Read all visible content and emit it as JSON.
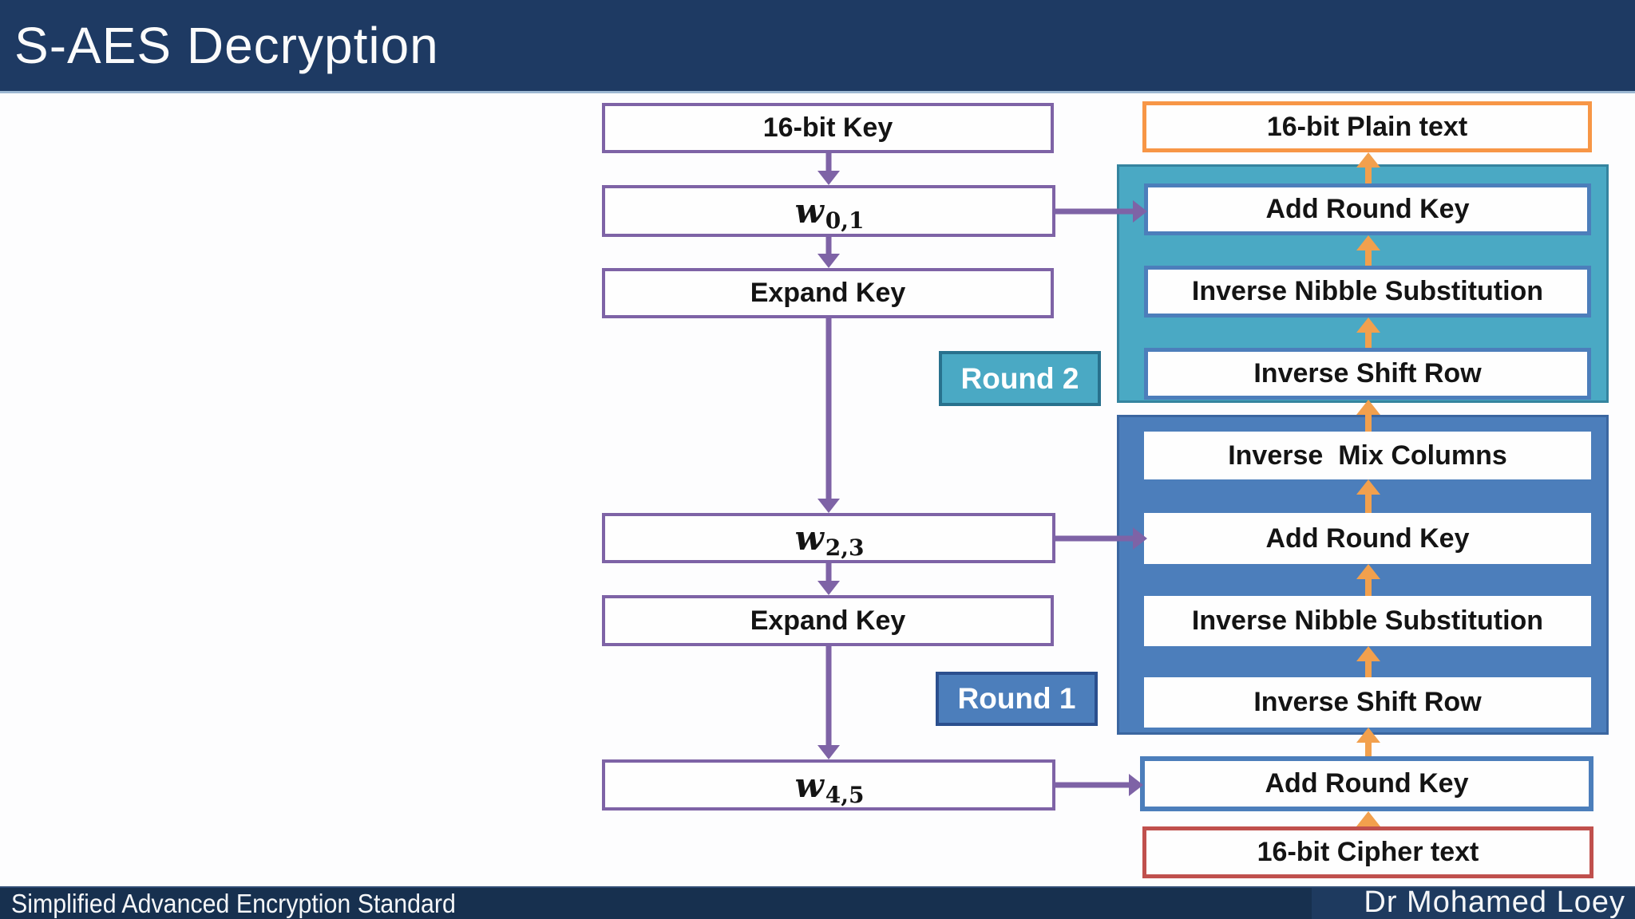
{
  "slide": {
    "title": "S-AES Decryption",
    "footer_left": "Simplified Advanced Encryption Standard",
    "footer_right": "Dr Mohamed Loey"
  },
  "key_schedule": {
    "key": "16-bit Key",
    "w01_base": "w",
    "w01_sub": "0,1",
    "expand1": "Expand Key",
    "w23_base": "w",
    "w23_sub": "2,3",
    "expand2": "Expand Key",
    "w45_base": "w",
    "w45_sub": "4,5"
  },
  "round_labels": {
    "round2": "Round 2",
    "round1": "Round 1"
  },
  "decryption_flow": {
    "plain_text": "16-bit Plain text",
    "round2_steps": [
      "Add Round Key",
      "Inverse Nibble Substitution",
      "Inverse Shift Row"
    ],
    "round1_steps": [
      "Inverse  Mix Columns",
      "Add Round Key",
      "Inverse Nibble Substitution",
      "Inverse Shift Row"
    ],
    "final_add_round_key": "Add Round Key",
    "cipher_text": "16-bit Cipher text"
  },
  "colors": {
    "title_bar_navy": "#1E3A63",
    "footer_bar_navy": "#17304F",
    "purple_accent": "#7E63A6",
    "teal_accent": "#4AA9C4",
    "blue_accent": "#4C7EBB",
    "orange_arrow": "#F2A04D",
    "orange_border": "#F79646",
    "red_border": "#C0504D"
  }
}
